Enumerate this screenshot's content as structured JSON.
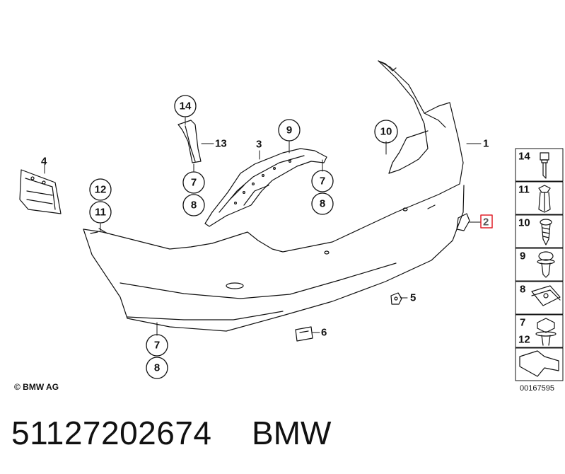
{
  "diagram": {
    "callouts": {
      "c14": "14",
      "c13": "13",
      "c3": "3",
      "c9a": "9",
      "c7a": "7",
      "c8a": "8",
      "c7b": "7",
      "c8b": "8",
      "c4": "4",
      "c12": "12",
      "c11": "11",
      "c10": "10",
      "c1": "1",
      "c2": "2",
      "c5": "5",
      "c6": "6",
      "c7c": "7",
      "c8c": "8"
    },
    "legend": {
      "items": [
        {
          "num": "14",
          "icon": "bolt-icon"
        },
        {
          "num": "11",
          "icon": "expanding-rivet-icon"
        },
        {
          "num": "10",
          "icon": "screw-icon"
        },
        {
          "num": "9",
          "icon": "collar-screw-icon"
        },
        {
          "num": "8",
          "icon": "clip-nut-icon"
        },
        {
          "num": "7",
          "icon": "hex-bolt-icon"
        },
        {
          "num": "12",
          "icon": "hex-bolt-icon"
        }
      ],
      "arrow_icon": "direction-arrow-icon"
    },
    "highlight_color": "#e0202a"
  },
  "footer": {
    "copyright": "© BMW AG",
    "ref_number": "00167595",
    "part_number": "51127202674",
    "brand": "BMW"
  }
}
